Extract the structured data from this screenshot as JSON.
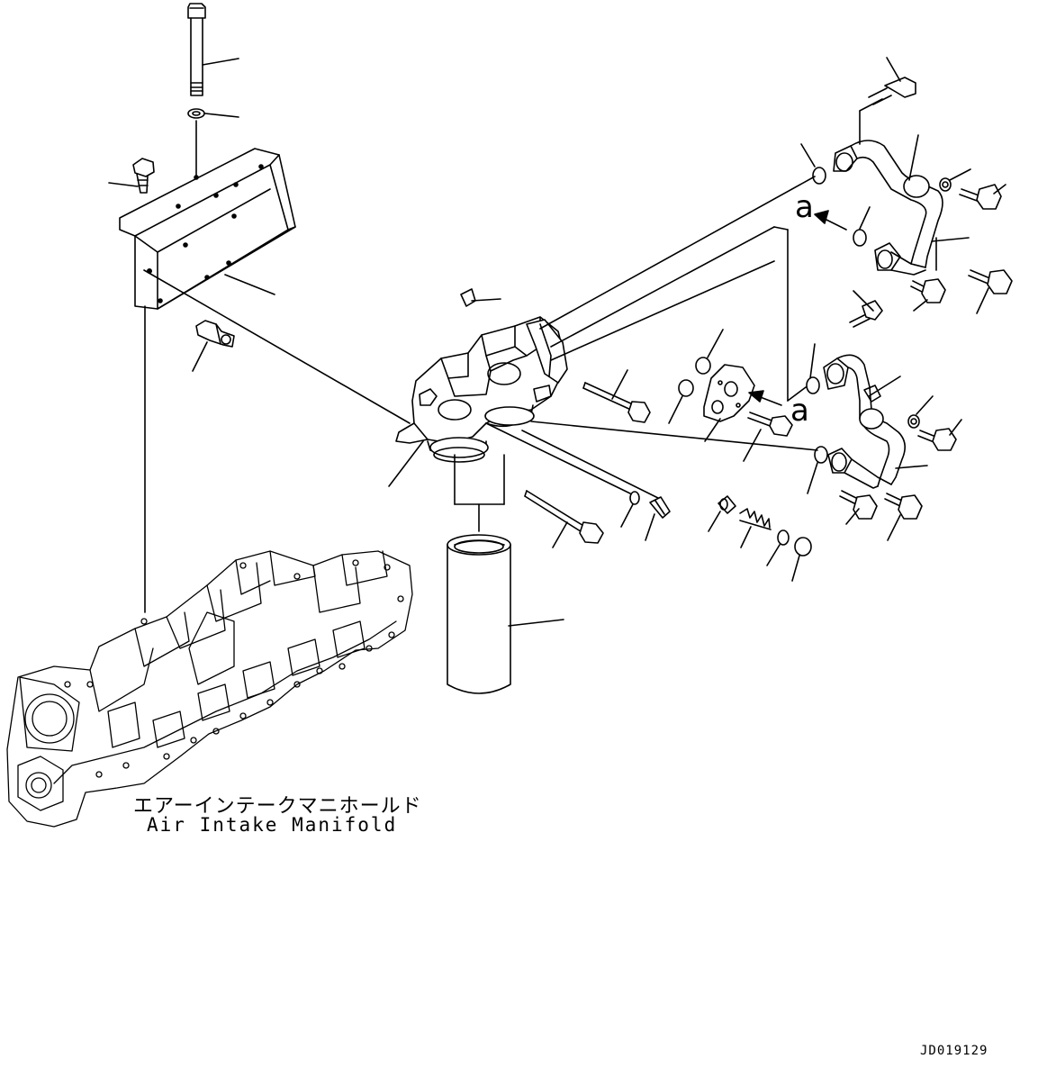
{
  "diagram": {
    "manifold_label_jp": "エアーインテークマニホールド",
    "manifold_label_en": "Air Intake Manifold",
    "view_marker_top": "a",
    "view_marker_right": "a",
    "drawing_number": "JD019129"
  }
}
